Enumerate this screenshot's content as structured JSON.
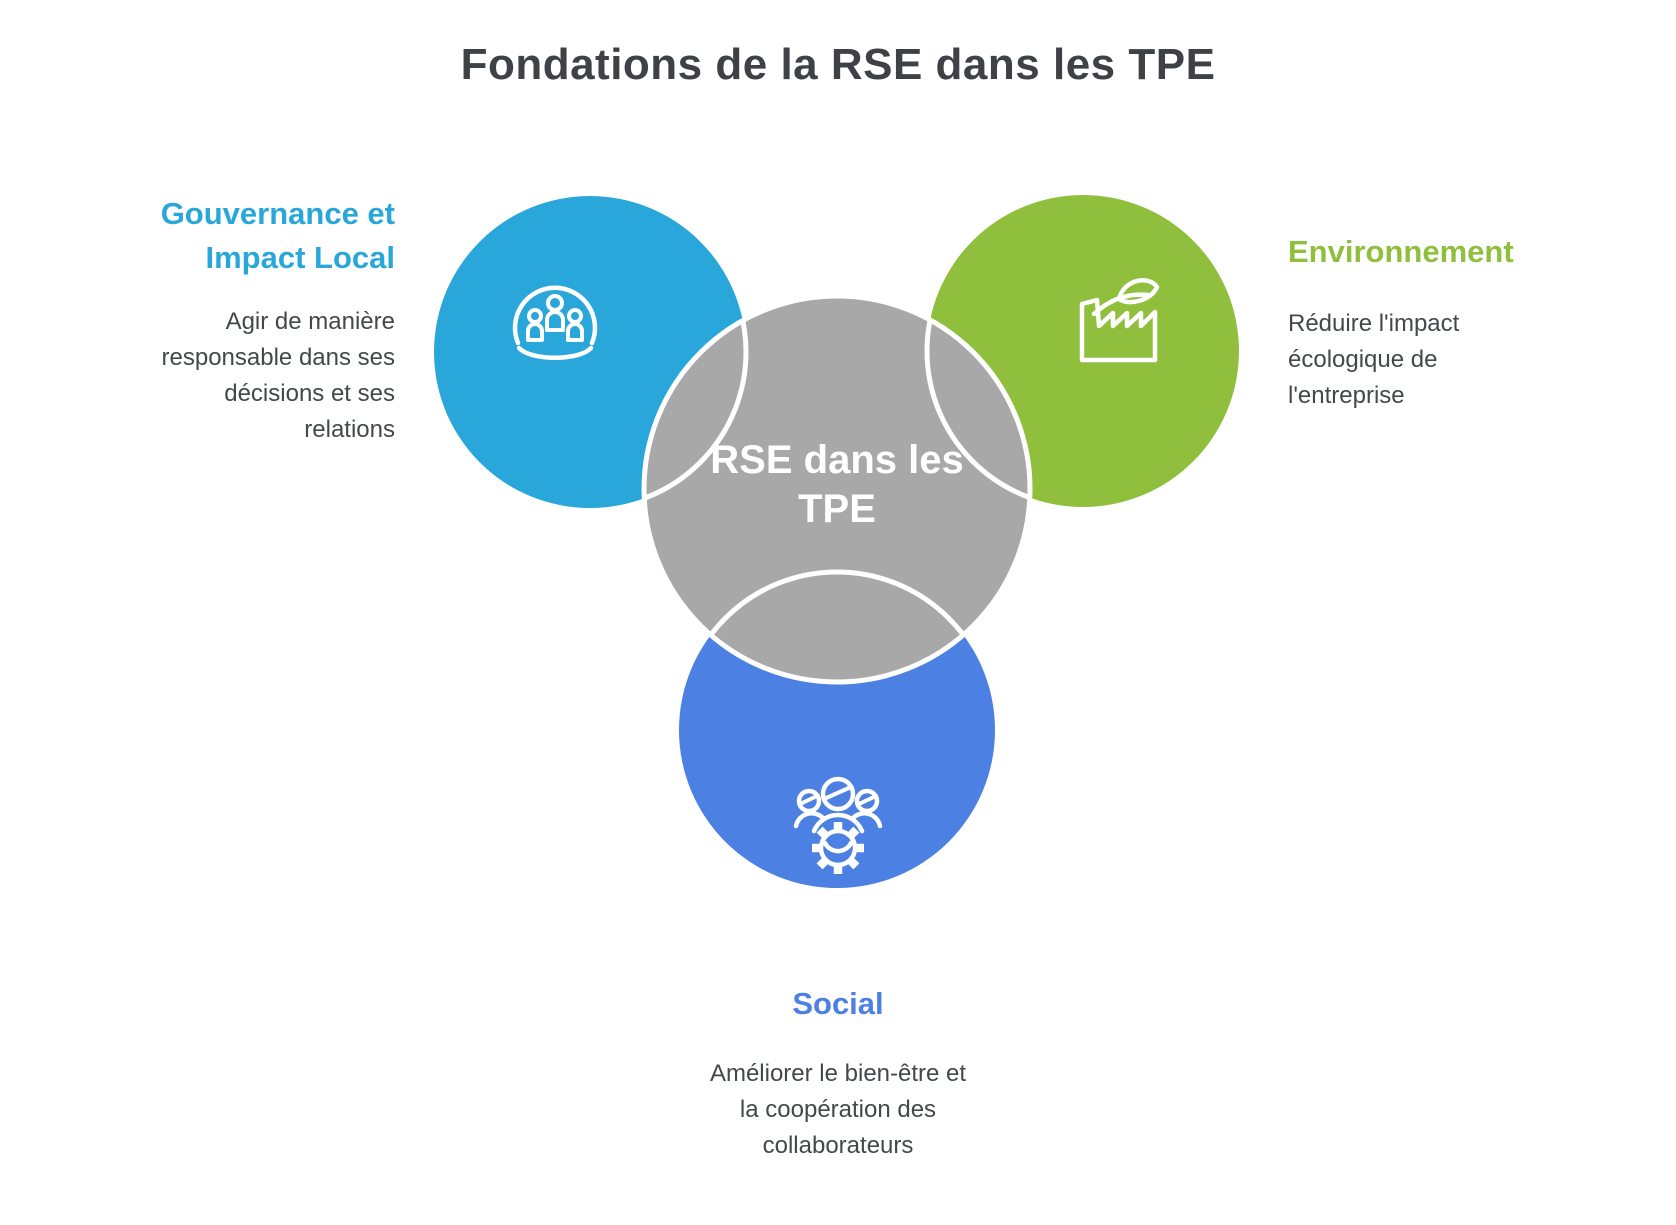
{
  "title": "Fondations de la RSE dans les TPE",
  "center": {
    "label": "RSE dans les\nTPE"
  },
  "nodes": {
    "governance": {
      "title": "Gouvernance et\nImpact Local",
      "description": "Agir de manière\nresponsable dans ses\ndécisions et ses\nrelations",
      "color": "#2AA7DA",
      "icon": "community-dome-icon"
    },
    "environment": {
      "title": "Environnement",
      "description": "Réduire l'impact\nécologique de\nl'entreprise",
      "color": "#90BF3E",
      "icon": "eco-factory-icon"
    },
    "social": {
      "title": "Social",
      "description": "Améliorer le bien-être et\nla coopération des\ncollaborateurs",
      "color": "#4C80E2",
      "icon": "team-gear-icon"
    }
  },
  "colors": {
    "center_circle": "#A8A8A8",
    "circle_outline": "#FFFFFF",
    "icon_stroke": "#FFFFFF",
    "title_text": "#3E4145",
    "body_text": "#45484B",
    "background": "#FFFFFF"
  }
}
